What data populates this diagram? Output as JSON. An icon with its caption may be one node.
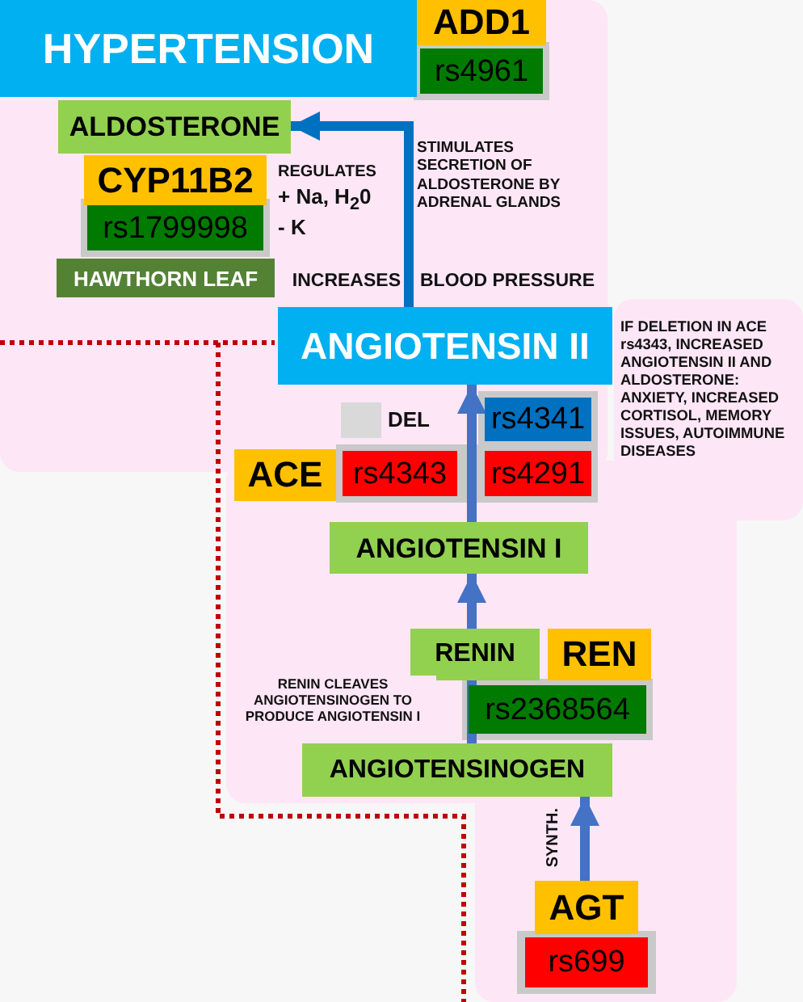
{
  "diagram": {
    "nodes": [
      {
        "text": [
          "HYPERTENSION"
        ]
      },
      {
        "text": [
          "ADD1"
        ]
      },
      {
        "text": [
          "rs4961"
        ]
      },
      {
        "text": [
          "ALDOSTERONE"
        ]
      },
      {
        "text": [
          "CYP11B2"
        ]
      },
      {
        "text": [
          "rs1799998"
        ]
      },
      {
        "text": [
          "HAWTHORN LEAF"
        ]
      },
      {
        "text": [
          "ANGIOTENSIN II"
        ]
      },
      {
        "text": [
          "rs4341"
        ]
      },
      {
        "text": [
          "ACE"
        ]
      },
      {
        "text": [
          "rs4343"
        ]
      },
      {
        "text": [
          "rs4291"
        ]
      },
      {
        "text": [
          "ANGIOTENSIN I"
        ]
      },
      {
        "text": [
          "RENIN"
        ]
      },
      {
        "text": [
          "REN"
        ]
      },
      {
        "text": [
          "rs2368564"
        ]
      },
      {
        "text": [
          "ANGIOTENSINOGEN"
        ]
      },
      {
        "text": [
          "AGT"
        ]
      },
      {
        "text": [
          "rs699"
        ]
      }
    ],
    "edges": [
      {
        "from": 7,
        "to": 3,
        "arrow": "to",
        "label": "STIMULATES SECRETION OF ALDOSTERONE BY ADRENAL GLANDS",
        "color": "#0070c0"
      },
      {
        "from": 12,
        "to": 7,
        "arrow": "to"
      },
      {
        "from": 13,
        "to": 12,
        "arrow": "to"
      },
      {
        "from": 16,
        "to": 13,
        "arrow": "none",
        "label": "RENIN CLEAVES ANGIOTENSINOGEN TO PRODUCE ANGIOTENSIN I"
      },
      {
        "from": 17,
        "to": 16,
        "arrow": "to",
        "label": "SYNTH."
      }
    ],
    "labels": [
      "REGULATES",
      "+ Na, H$_{2}$0",
      "- K",
      "INCREASES",
      "BLOOD PRESSURE",
      "IF DELETION IN ACE rs4343, INCREASED ANGIOTENSIN II AND ALDOSTERONE: ANXIETY, INCREASED CORTISOL, MEMORY ISSUES, AUTOIMMUNE DISEASES"
    ],
    "legend": [
      {
        "text": "DEL",
        "color": "#d9d9d9"
      }
    ]
  }
}
